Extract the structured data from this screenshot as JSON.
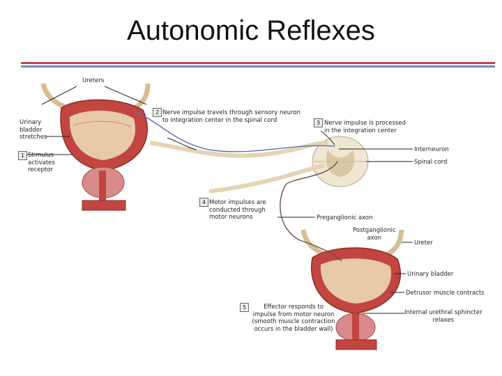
{
  "title": "Autonomic Reflexes",
  "labels": {
    "ureters": "Ureters",
    "urinary_bladder_stretches": "Urinary\nbladder\nstretches",
    "step1": "Stimulus\nactivates\nreceptor",
    "step2": "Nerve impulse travels through sensory neuron\nto integration center in the spinal cord",
    "step3": "Nerve impulse is processed\nin the integration center",
    "interneuron": "Interneuron",
    "spinal_cord": "Spinal cord",
    "step4": "Motor impulses are\nconducted through\nmotor neurons",
    "preganglionic_axon": "Preganglionic axon",
    "postganglionic_axon": "Postganglionic\naxon",
    "ureter": "Ureter",
    "urinary_bladder": "Urinary bladder",
    "detrusor": "Detrusor muscle contracts",
    "step5": "Effector responds to\nimpulse from motor neuron\n(smooth muscle contraction\noccurs in the bladder wall)",
    "sphincter": "Internal urethral sphincter\nrelaxes"
  },
  "step_numbers": [
    "1",
    "2",
    "3",
    "4",
    "5"
  ],
  "colors": {
    "title_rule_red": "#c9434f",
    "title_rule_blue": "#6a8fbf",
    "bladder_muscle": "#c2453f",
    "bladder_lining": "#e8c9a8",
    "sensory_neuron": "#5b6fb3",
    "motor_neuron": "#6b4f45",
    "nerve": "#e6d3b0"
  }
}
